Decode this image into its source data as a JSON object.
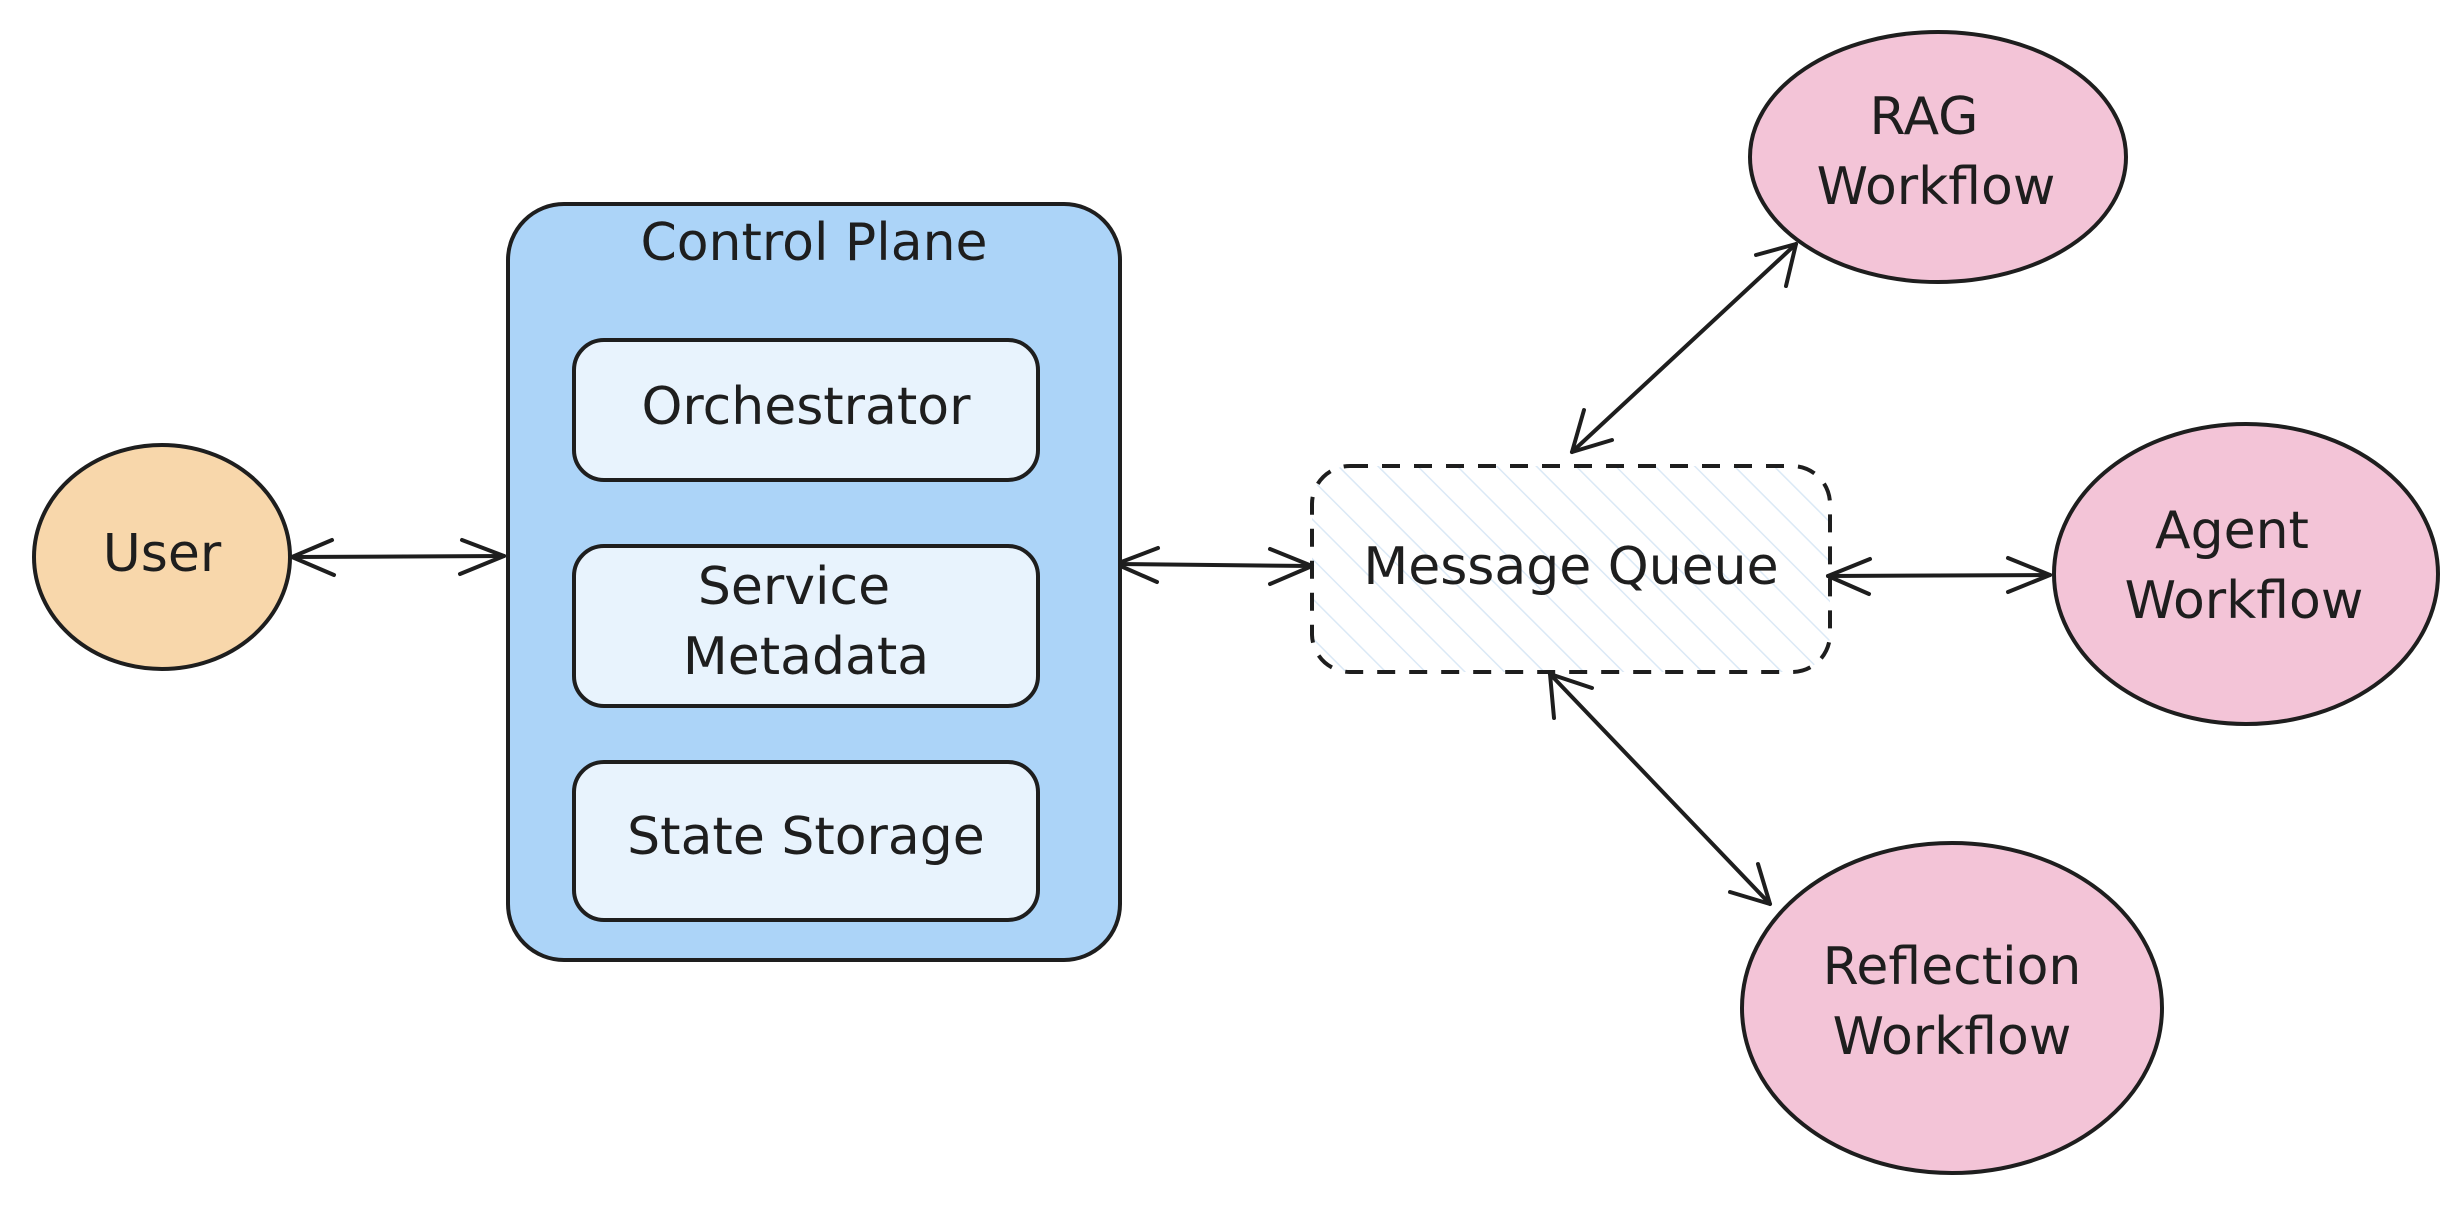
{
  "diagram": {
    "colors": {
      "stroke": "#1e1e1e",
      "user_fill": "#f8d7ab",
      "control_plane_fill": "#acd4f8",
      "component_fill": "#e8f3fd",
      "queue_hatch": "#dbe9f6",
      "workflow_fill": "#f3c4d7"
    },
    "nodes": {
      "user": {
        "label": "User"
      },
      "control_plane": {
        "title": "Control Plane",
        "components": [
          {
            "label_line1": "Orchestrator"
          },
          {
            "label_line1": "Service",
            "label_line2": "Metadata"
          },
          {
            "label_line1": "State Storage"
          }
        ]
      },
      "message_queue": {
        "label": "Message Queue"
      },
      "rag_workflow": {
        "label_line1": "RAG",
        "label_line2": "Workflow"
      },
      "agent_workflow": {
        "label_line1": "Agent",
        "label_line2": "Workflow"
      },
      "reflection_workflow": {
        "label_line1": "Reflection",
        "label_line2": "Workflow"
      }
    },
    "edges": [
      {
        "from": "User",
        "to": "Control Plane",
        "direction": "bidirectional"
      },
      {
        "from": "Control Plane",
        "to": "Message Queue",
        "direction": "bidirectional"
      },
      {
        "from": "Message Queue",
        "to": "RAG Workflow",
        "direction": "bidirectional"
      },
      {
        "from": "Message Queue",
        "to": "Agent Workflow",
        "direction": "bidirectional"
      },
      {
        "from": "Message Queue",
        "to": "Reflection Workflow",
        "direction": "bidirectional"
      }
    ]
  }
}
